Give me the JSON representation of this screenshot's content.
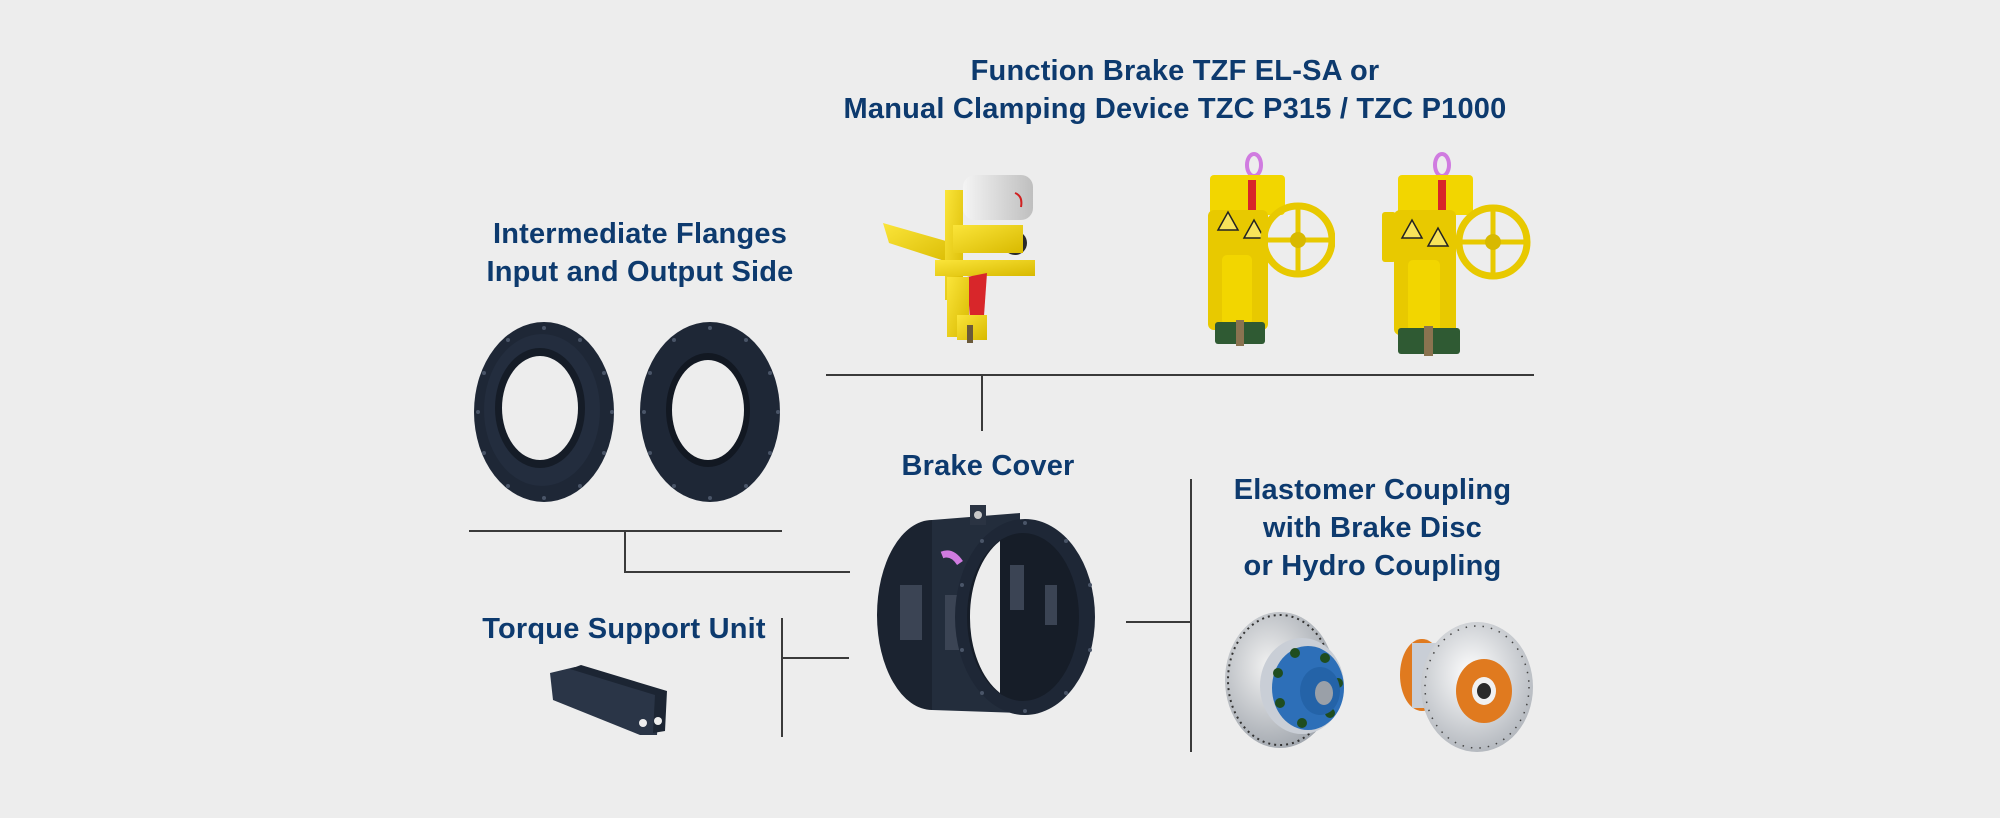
{
  "diagram": {
    "type": "component-overview",
    "colors": {
      "background": "#ededed",
      "label": "#0d3a6e",
      "connector": "#3a3a3a",
      "brake_yellow": "#f2d600",
      "part_dark": "#1e2736",
      "coupling_blue": "#2d6fb8",
      "hydro_orange": "#e07a1f",
      "lifting_eye_pink": "#d07be0"
    },
    "groups": {
      "brake": {
        "title_line1": "Function Brake TZF EL-SA or",
        "title_line2": "Manual Clamping Device TZC P315 / TZC P1000",
        "products": [
          {
            "name": "Function Brake TZF EL-SA",
            "icon": "yellow-electric-brake"
          },
          {
            "name": "Manual Clamping Device TZC P315",
            "icon": "yellow-handwheel-clamp"
          },
          {
            "name": "Manual Clamping Device TZC P1000",
            "icon": "yellow-handwheel-clamp"
          }
        ]
      },
      "flanges": {
        "title_line1": "Intermediate Flanges",
        "title_line2": "Input and Output Side",
        "products": [
          {
            "name": "Input flange",
            "icon": "dark-ring-flange"
          },
          {
            "name": "Output flange",
            "icon": "dark-ring-flange"
          }
        ]
      },
      "cover": {
        "title": "Brake Cover",
        "products": [
          {
            "name": "Brake Cover",
            "icon": "dark-cylinder-cover"
          }
        ]
      },
      "torque": {
        "title": "Torque Support Unit",
        "products": [
          {
            "name": "Torque Support Unit",
            "icon": "dark-bracket"
          }
        ]
      },
      "coupling": {
        "title_line1": "Elastomer Coupling",
        "title_line2": "with Brake Disc",
        "title_line3": "or Hydro Coupling",
        "products": [
          {
            "name": "Elastomer Coupling with Brake Disc",
            "icon": "blue-disc-coupling"
          },
          {
            "name": "Hydro Coupling",
            "icon": "orange-hydro-coupling"
          }
        ]
      }
    },
    "connections": [
      {
        "from": "brake",
        "to": "cover"
      },
      {
        "from": "flanges",
        "to": "cover"
      },
      {
        "from": "torque",
        "to": "cover"
      },
      {
        "from": "coupling",
        "to": "cover"
      }
    ]
  }
}
